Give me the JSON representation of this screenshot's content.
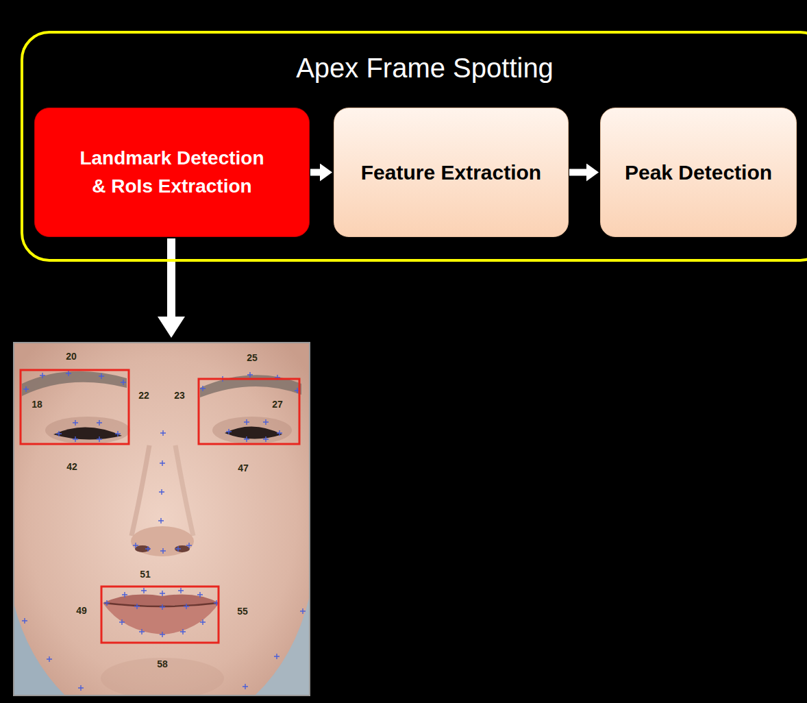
{
  "diagram": {
    "nodes": [
      {
        "text": [
          "Apex Frame Spotting"
        ]
      },
      {
        "text": [
          "Landmark Detection & RoIs Extraction"
        ],
        "in": 0
      },
      {
        "text": [
          "Feature Extraction"
        ],
        "in": 0
      },
      {
        "text": [
          "Peak Detection"
        ],
        "in": 0
      }
    ],
    "edges": [
      {
        "from": 1,
        "to": 2,
        "arrow": "to"
      },
      {
        "from": 2,
        "to": 3,
        "arrow": "to"
      }
    ],
    "labels": [
      "20",
      "25",
      "18",
      "22",
      "23",
      "27",
      "42",
      "47",
      "51",
      "49",
      "55",
      "58"
    ]
  }
}
